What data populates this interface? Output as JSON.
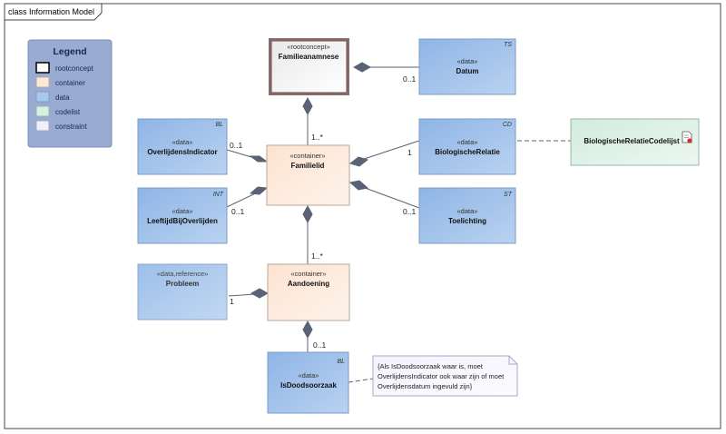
{
  "frame": {
    "title": "class Information Model"
  },
  "legend": {
    "title": "Legend",
    "items": [
      {
        "label": "rootconcept",
        "color": "#ffffff",
        "border": "#000000"
      },
      {
        "label": "container",
        "color": "#fde9d9",
        "border": "#b7a99c"
      },
      {
        "label": "data",
        "color": "#a9c8ec",
        "border": "#7b9cc4"
      },
      {
        "label": "codelist",
        "color": "#d9efe5",
        "border": "#96b7a8"
      },
      {
        "label": "constraint",
        "color": "#f0f0fa",
        "border": "#a8a8c8"
      }
    ]
  },
  "classes": {
    "familieanamnese": {
      "stereotype": "«rootconcept»",
      "name": "Familieanamnese",
      "tag": ""
    },
    "datum": {
      "stereotype": "«data»",
      "name": "Datum",
      "tag": "TS"
    },
    "overlijdensindicator": {
      "stereotype": "«data»",
      "name": "OverlijdensIndicator",
      "tag": "BL"
    },
    "familielid": {
      "stereotype": "«container»",
      "name": "Familielid",
      "tag": ""
    },
    "biologischerelatie": {
      "stereotype": "«data»",
      "name": "BiologischeRelatie",
      "tag": "CD"
    },
    "biologischerelatiecodelijst": {
      "stereotype": "",
      "name": "BiologischeRelatieCodelijst",
      "tag": ""
    },
    "leeftijdbijoverlijden": {
      "stereotype": "«data»",
      "name": "LeeftijdBijOverlijden",
      "tag": "INT"
    },
    "toelichting": {
      "stereotype": "«data»",
      "name": "Toelichting",
      "tag": "ST"
    },
    "probleem": {
      "stereotype": "«data,reference»",
      "name": "Probleem",
      "tag": ""
    },
    "aandoening": {
      "stereotype": "«container»",
      "name": "Aandoening",
      "tag": ""
    },
    "isdoodsoorzaak": {
      "stereotype": "«data»",
      "name": "IsDoodsoorzaak",
      "tag": "BL"
    }
  },
  "multiplicities": {
    "datum": "0..1",
    "familielid_to_root": "1..*",
    "overlijdensindicator": "0..1",
    "biologischerelatie": "1",
    "leeftijd": "0..1",
    "toelichting": "0..1",
    "aandoening_to_familielid": "1..*",
    "probleem": "1",
    "isdoodsoorzaak": "0..1"
  },
  "note": {
    "lines": [
      "{Als IsDoodsoorzaak waar is, moet",
      "OverlijdensIndicator ook waar zijn of moet",
      "Overlijdensdatum ingevuld zijn}"
    ]
  }
}
